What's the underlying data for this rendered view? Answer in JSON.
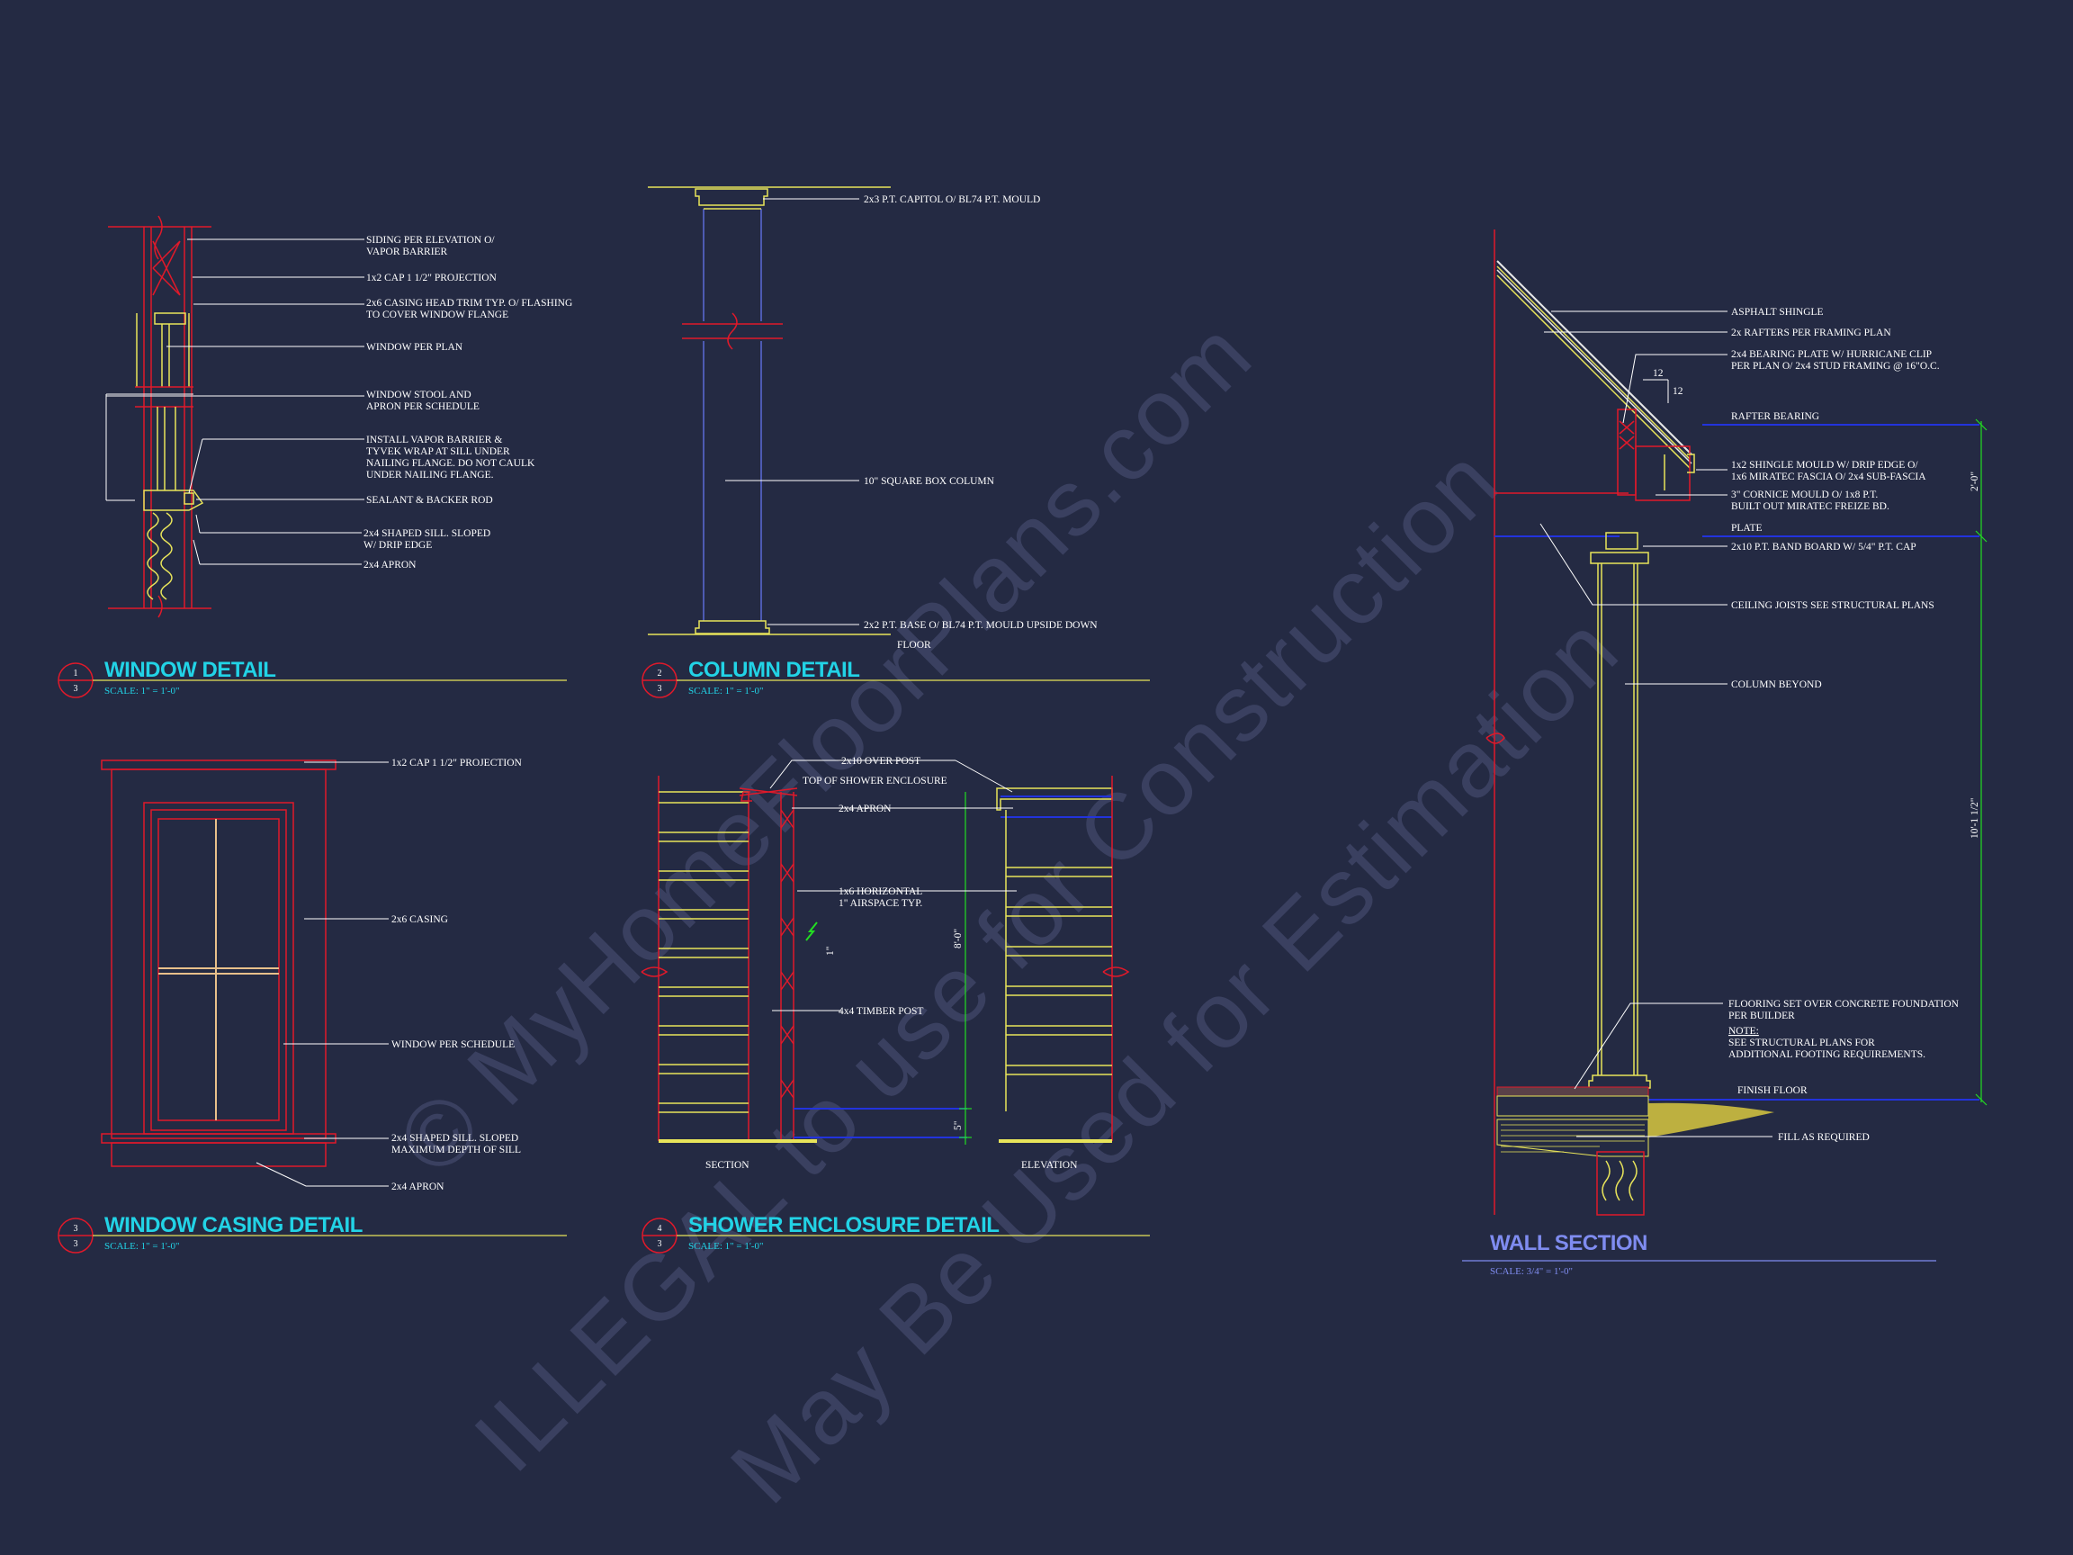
{
  "watermark": {
    "line1": "© MyHomeFloorPlans.com",
    "line2": "ILLEGAL to use for Construction",
    "line3": "May Be Used for Estimation"
  },
  "details": {
    "window": {
      "title": "WINDOW DETAIL",
      "scale": "SCALE:     1\" = 1'-0\"",
      "bubble_top": "1",
      "bubble_bottom": "3",
      "notes": [
        [
          "SIDING PER ELEVATION O/",
          "VAPOR BARRIER"
        ],
        [
          "1x2 CAP 1 1/2\" PROJECTION"
        ],
        [
          "2x6 CASING HEAD TRIM TYP. O/ FLASHING",
          "TO COVER WINDOW FLANGE"
        ],
        [
          "WINDOW PER PLAN"
        ],
        [
          "WINDOW STOOL AND",
          "APRON PER SCHEDULE"
        ],
        [
          "INSTALL VAPOR BARRIER &",
          "TYVEK WRAP AT SILL UNDER",
          "NAILING FLANGE.  DO NOT CAULK",
          "UNDER NAILING FLANGE."
        ],
        [
          "SEALANT & BACKER ROD"
        ],
        [
          "2x4 SHAPED SILL.  SLOPED",
          "W/ DRIP EDGE"
        ],
        [
          "2x4 APRON"
        ]
      ]
    },
    "column": {
      "title": "COLUMN DETAIL",
      "scale": "SCALE:     1\" = 1'-0\"",
      "bubble_top": "2",
      "bubble_bottom": "3",
      "notes": [
        "2x3 P.T. CAPITOL O/ BL74 P.T. MOULD",
        "10\" SQUARE BOX COLUMN",
        "2x2 P.T. BASE O/ BL74 P.T. MOULD UPSIDE DOWN",
        "FLOOR"
      ]
    },
    "casing": {
      "title": "WINDOW CASING DETAIL",
      "scale": "SCALE:     1\" = 1'-0\"",
      "bubble_top": "3",
      "bubble_bottom": "3",
      "notes": [
        [
          "1x2 CAP 1 1/2\" PROJECTION"
        ],
        [
          "2x6 CASING"
        ],
        [
          "WINDOW PER SCHEDULE"
        ],
        [
          "2x4 SHAPED SILL.  SLOPED",
          "MAXIMUM DEPTH OF SILL"
        ],
        [
          "2x4 APRON"
        ]
      ]
    },
    "shower": {
      "title": "SHOWER ENCLOSURE DETAIL",
      "scale": "SCALE:     1\" = 1'-0\"",
      "bubble_top": "4",
      "bubble_bottom": "3",
      "notes": [
        [
          "2x10 OVER POST"
        ],
        [
          "TOP OF SHOWER ENCLOSURE"
        ],
        [
          "2x4 APRON"
        ],
        [
          "1x6 HORIZONTAL",
          "1\" AIRSPACE TYP."
        ],
        [
          "4x4 TIMBER POST"
        ]
      ],
      "dim_height": "8'-0\"",
      "dim_small": "5\"",
      "dim_gap": "1\"",
      "label_section": "SECTION",
      "label_elevation": "ELEVATION"
    },
    "wall": {
      "title": "WALL SECTION",
      "scale": "SCALE: 3/4\" = 1'-0\"",
      "notes": [
        [
          "ASPHALT SHINGLE"
        ],
        [
          "2x RAFTERS PER FRAMING PLAN"
        ],
        [
          "2x4 BEARING PLATE W/ HURRICANE CLIP",
          "PER PLAN O/ 2x4 STUD FRAMING @ 16\"O.C."
        ],
        [
          "RAFTER BEARING"
        ],
        [
          "1x2 SHINGLE MOULD W/ DRIP EDGE O/",
          "1x6 MIRATEC FASCIA O/ 2x4 SUB-FASCIA"
        ],
        [
          "3\" CORNICE MOULD O/ 1x8 P.T.",
          "BUILT OUT MIRATEC FREIZE BD."
        ],
        [
          "PLATE"
        ],
        [
          "2x10 P.T. BAND BOARD W/ 5/4\" P.T. CAP"
        ],
        [
          "CEILING JOISTS SEE STRUCTURAL PLANS"
        ],
        [
          "COLUMN BEYOND"
        ],
        [
          "FLOORING SET OVER CONCRETE FOUNDATION",
          "PER BUILDER"
        ],
        [
          "NOTE:",
          "SEE STRUCTURAL PLANS FOR",
          "ADDITIONAL FOOTING REQUIREMENTS."
        ],
        [
          "FINISH FLOOR"
        ],
        [
          "FILL AS REQUIRED"
        ]
      ],
      "pitch_rise": "12",
      "pitch_run": "12",
      "dim_upper": "2'-0\"",
      "dim_lower": "10'-1 1/2\""
    }
  },
  "colors": {
    "background": "#242a43",
    "title": "#22d3e6",
    "wall_title": "#7f8cf0",
    "leader": "#ffffff",
    "red": "#e0192a",
    "yellow": "#e8e45a",
    "blue": "#2233dd",
    "green": "#22dd22"
  }
}
